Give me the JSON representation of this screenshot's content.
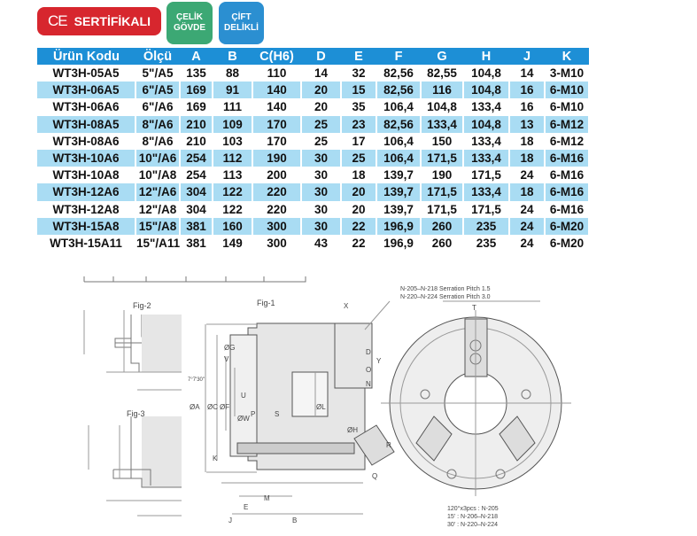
{
  "badges": {
    "ce_mark": "CE",
    "certified": "SERTİFİKALI",
    "steel_line1": "ÇELİK",
    "steel_line2": "GÖVDE",
    "double_line1": "ÇİFT",
    "double_line2": "DELİKLİ"
  },
  "colors": {
    "red": "#d7262e",
    "green": "#3ca874",
    "blue": "#2b8fd1",
    "header": "#1d8fd6",
    "row_alt": "#a9dcf3"
  },
  "table": {
    "headers": [
      "Ürün Kodu",
      "Ölçü",
      "A",
      "B",
      "C(H6)",
      "D",
      "E",
      "F",
      "G",
      "H",
      "J",
      "K"
    ],
    "rows": [
      [
        "WT3H-05A5",
        "5\"/A5",
        "135",
        "88",
        "110",
        "14",
        "32",
        "82,56",
        "82,55",
        "104,8",
        "14",
        "3-M10"
      ],
      [
        "WT3H-06A5",
        "6\"/A5",
        "169",
        "91",
        "140",
        "20",
        "15",
        "82,56",
        "116",
        "104,8",
        "16",
        "6-M10"
      ],
      [
        "WT3H-06A6",
        "6\"/A6",
        "169",
        "111",
        "140",
        "20",
        "35",
        "106,4",
        "104,8",
        "133,4",
        "16",
        "6-M10"
      ],
      [
        "WT3H-08A5",
        "8\"/A6",
        "210",
        "109",
        "170",
        "25",
        "23",
        "82,56",
        "133,4",
        "104,8",
        "13",
        "6-M12"
      ],
      [
        "WT3H-08A6",
        "8\"/A6",
        "210",
        "103",
        "170",
        "25",
        "17",
        "106,4",
        "150",
        "133,4",
        "18",
        "6-M12"
      ],
      [
        "WT3H-10A6",
        "10\"/A6",
        "254",
        "112",
        "190",
        "30",
        "25",
        "106,4",
        "171,5",
        "133,4",
        "18",
        "6-M16"
      ],
      [
        "WT3H-10A8",
        "10\"/A8",
        "254",
        "113",
        "200",
        "30",
        "18",
        "139,7",
        "190",
        "171,5",
        "24",
        "6-M16"
      ],
      [
        "WT3H-12A6",
        "12\"/A6",
        "304",
        "122",
        "220",
        "30",
        "20",
        "139,7",
        "171,5",
        "133,4",
        "18",
        "6-M16"
      ],
      [
        "WT3H-12A8",
        "12\"/A8",
        "304",
        "122",
        "220",
        "30",
        "20",
        "139,7",
        "171,5",
        "171,5",
        "24",
        "6-M16"
      ],
      [
        "WT3H-15A8",
        "15\"/A8",
        "381",
        "160",
        "300",
        "30",
        "22",
        "196,9",
        "260",
        "235",
        "24",
        "6-M20"
      ],
      [
        "WT3H-15A11",
        "15\"/A11",
        "381",
        "149",
        "300",
        "43",
        "22",
        "196,9",
        "260",
        "235",
        "24",
        "6-M20"
      ]
    ]
  },
  "drawing": {
    "fig1": "Fig-1",
    "fig2": "Fig-2",
    "fig3": "Fig-3",
    "serration1": "N-205–N-218 Serration Pitch 1.5",
    "serration2": "N-220–N-224 Serration Pitch 3.0",
    "note1": "120°x3pcs : N-205",
    "note2": "15' : N-206–N-218",
    "note3": "30' : N-220–N-224",
    "labels": {
      "A": "ØA",
      "C": "ØC",
      "F": "ØF",
      "W": "ØW",
      "L": "ØL",
      "H": "ØH",
      "G": "ØG",
      "P": "P",
      "S": "S",
      "U": "U",
      "X": "X",
      "Y": "Y",
      "D": "D",
      "O": "O",
      "N": "N",
      "K": "K",
      "M": "M",
      "E": "E",
      "J": "J",
      "B": "B",
      "V": "V",
      "T": "T",
      "R": "R",
      "Q": "Q",
      "angle": "7°7'30\""
    }
  }
}
